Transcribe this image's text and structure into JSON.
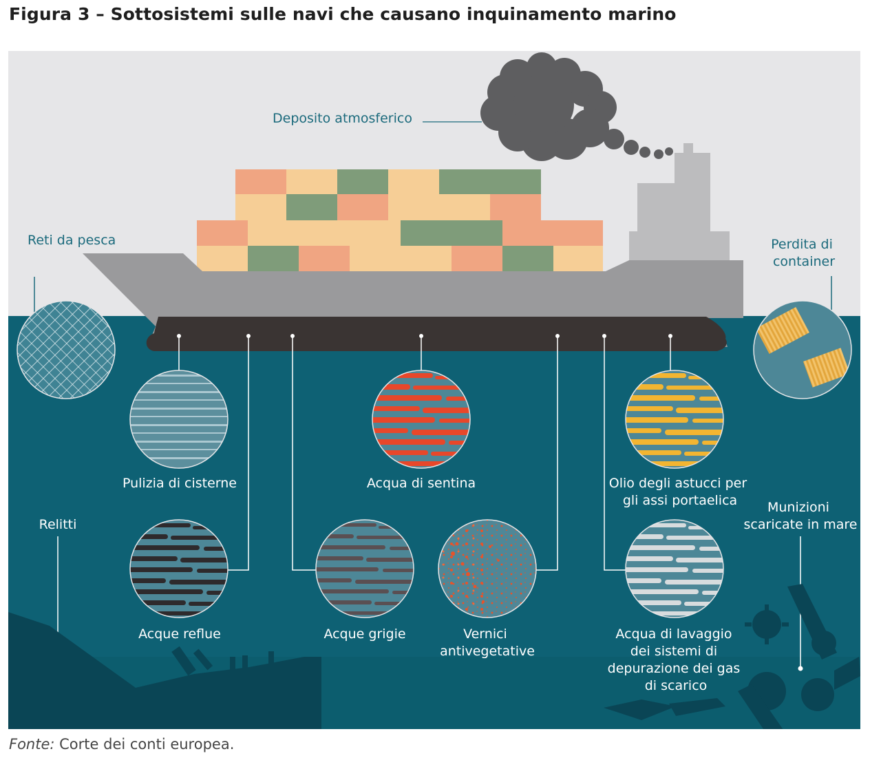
{
  "title": "Figura 3 – Sottosistemi sulle navi che causano inquinamento marino",
  "source": {
    "prefix": "Fonte:",
    "text": " Corte dei conti europea."
  },
  "colors": {
    "sky": "#e6e6e8",
    "sea": "#0e6174",
    "sea_deep": "#0a4555",
    "hull": "#9a9a9c",
    "keel": "#3a3433",
    "label_dark": "#1b6a7c",
    "smoke": "#5e5e60",
    "bilge_red": "#e8472a",
    "oil_yellow": "#f3b531",
    "paint_orange": "#e8532a"
  },
  "labels": {
    "deposito": "Deposito atmosferico",
    "reti": "Reti da pesca",
    "perdita": [
      "Perdita di",
      "container"
    ],
    "relitti": "Relitti",
    "munizioni": [
      "Munizioni",
      "scaricate in mare"
    ],
    "pulizia": "Pulizia di cisterne",
    "sentina": "Acqua di sentina",
    "olio": [
      "Olio degli astucci per",
      "gli assi portaelica"
    ],
    "reflue": "Acque reflue",
    "grigie": "Acque grigie",
    "vernici": [
      "Vernici",
      "antivegetative"
    ],
    "lavaggio": [
      "Acqua di lavaggio",
      "dei sistemi di",
      "depurazione dei gas",
      "di scarico"
    ]
  }
}
